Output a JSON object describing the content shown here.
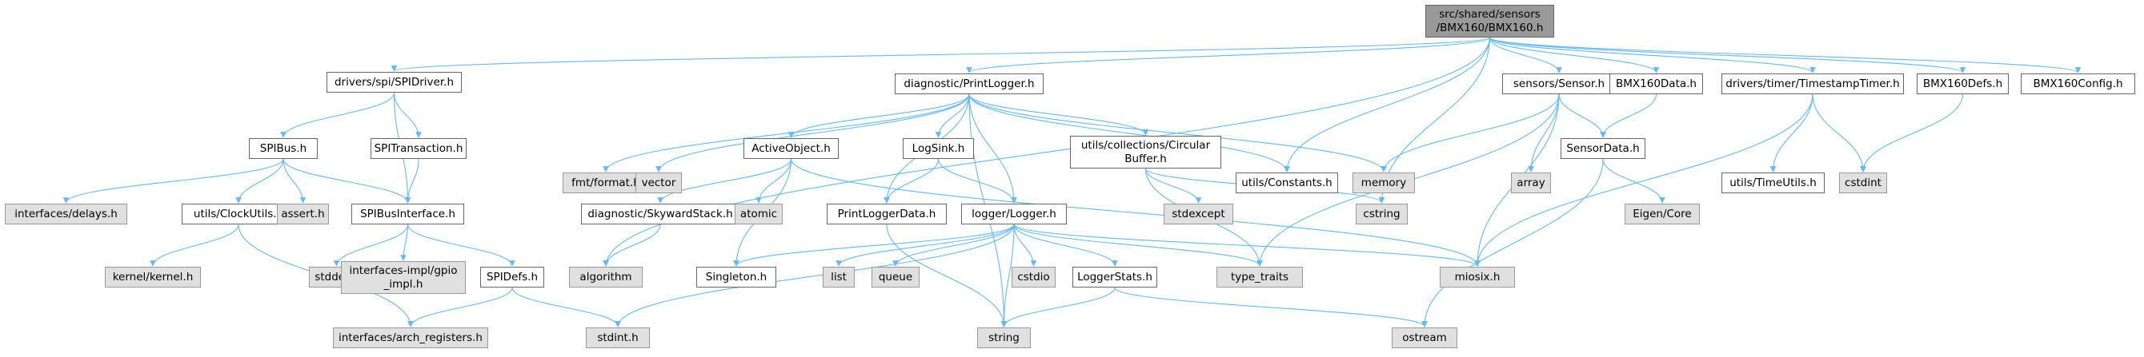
{
  "graph": {
    "colors": {
      "edge": "#63b8ff",
      "local_fill": "#ffffff",
      "system_fill": "#e0e0e0",
      "root_fill": "#999999",
      "border": "#666666"
    },
    "nodes": [
      {
        "id": "root",
        "label": "src/shared/sensors\n/BMX160/BMX160.h",
        "kind": "root"
      },
      {
        "id": "spidriver",
        "label": "drivers/spi/SPIDriver.h",
        "kind": "local"
      },
      {
        "id": "printlogger",
        "label": "diagnostic/PrintLogger.h",
        "kind": "local"
      },
      {
        "id": "sensor",
        "label": "sensors/Sensor.h",
        "kind": "local"
      },
      {
        "id": "bmx160data",
        "label": "BMX160Data.h",
        "kind": "local"
      },
      {
        "id": "timestamptimer",
        "label": "drivers/timer/TimestampTimer.h",
        "kind": "local"
      },
      {
        "id": "bmx160defs",
        "label": "BMX160Defs.h",
        "kind": "local"
      },
      {
        "id": "bmx160config",
        "label": "BMX160Config.h",
        "kind": "local"
      },
      {
        "id": "spibus",
        "label": "SPIBus.h",
        "kind": "local"
      },
      {
        "id": "spitransaction",
        "label": "SPITransaction.h",
        "kind": "local"
      },
      {
        "id": "fmt",
        "label": "fmt/format.h",
        "kind": "system"
      },
      {
        "id": "vector",
        "label": "vector",
        "kind": "system"
      },
      {
        "id": "activeobject",
        "label": "ActiveObject.h",
        "kind": "local"
      },
      {
        "id": "logsink",
        "label": "LogSink.h",
        "kind": "local"
      },
      {
        "id": "circularbuffer",
        "label": "utils/collections/Circular\nBuffer.h",
        "kind": "local"
      },
      {
        "id": "constants",
        "label": "utils/Constants.h",
        "kind": "local"
      },
      {
        "id": "memory",
        "label": "memory",
        "kind": "system"
      },
      {
        "id": "array",
        "label": "array",
        "kind": "system"
      },
      {
        "id": "sensordata",
        "label": "SensorData.h",
        "kind": "local"
      },
      {
        "id": "timeutils",
        "label": "utils/TimeUtils.h",
        "kind": "local"
      },
      {
        "id": "cstdint",
        "label": "cstdint",
        "kind": "system"
      },
      {
        "id": "delays",
        "label": "interfaces/delays.h",
        "kind": "system"
      },
      {
        "id": "clockutils",
        "label": "utils/ClockUtils.h",
        "kind": "local"
      },
      {
        "id": "assert",
        "label": "assert.h",
        "kind": "system"
      },
      {
        "id": "spibusinterface",
        "label": "SPIBusInterface.h",
        "kind": "local"
      },
      {
        "id": "skywardstack",
        "label": "diagnostic/SkywardStack.h",
        "kind": "local"
      },
      {
        "id": "atomic",
        "label": "atomic",
        "kind": "system"
      },
      {
        "id": "printloggerdata",
        "label": "PrintLoggerData.h",
        "kind": "local"
      },
      {
        "id": "logger",
        "label": "logger/Logger.h",
        "kind": "local"
      },
      {
        "id": "stdexcept",
        "label": "stdexcept",
        "kind": "system"
      },
      {
        "id": "cstring",
        "label": "cstring",
        "kind": "system"
      },
      {
        "id": "eigen",
        "label": "Eigen/Core",
        "kind": "system"
      },
      {
        "id": "kernel",
        "label": "kernel/kernel.h",
        "kind": "system"
      },
      {
        "id": "stddef",
        "label": "stddef.h",
        "kind": "system"
      },
      {
        "id": "gpioimpl",
        "label": "interfaces-impl/gpio\n_impl.h",
        "kind": "system"
      },
      {
        "id": "spidefs",
        "label": "SPIDefs.h",
        "kind": "local"
      },
      {
        "id": "algorithm",
        "label": "algorithm",
        "kind": "system"
      },
      {
        "id": "singleton",
        "label": "Singleton.h",
        "kind": "local"
      },
      {
        "id": "list",
        "label": "list",
        "kind": "system"
      },
      {
        "id": "queue",
        "label": "queue",
        "kind": "system"
      },
      {
        "id": "cstdio",
        "label": "cstdio",
        "kind": "system"
      },
      {
        "id": "loggerstats",
        "label": "LoggerStats.h",
        "kind": "local"
      },
      {
        "id": "typetraits",
        "label": "type_traits",
        "kind": "system"
      },
      {
        "id": "miosix",
        "label": "miosix.h",
        "kind": "system"
      },
      {
        "id": "archregisters",
        "label": "interfaces/arch_registers.h",
        "kind": "system"
      },
      {
        "id": "stdint",
        "label": "stdint.h",
        "kind": "system"
      },
      {
        "id": "string",
        "label": "string",
        "kind": "system"
      },
      {
        "id": "ostream",
        "label": "ostream",
        "kind": "system"
      }
    ]
  }
}
